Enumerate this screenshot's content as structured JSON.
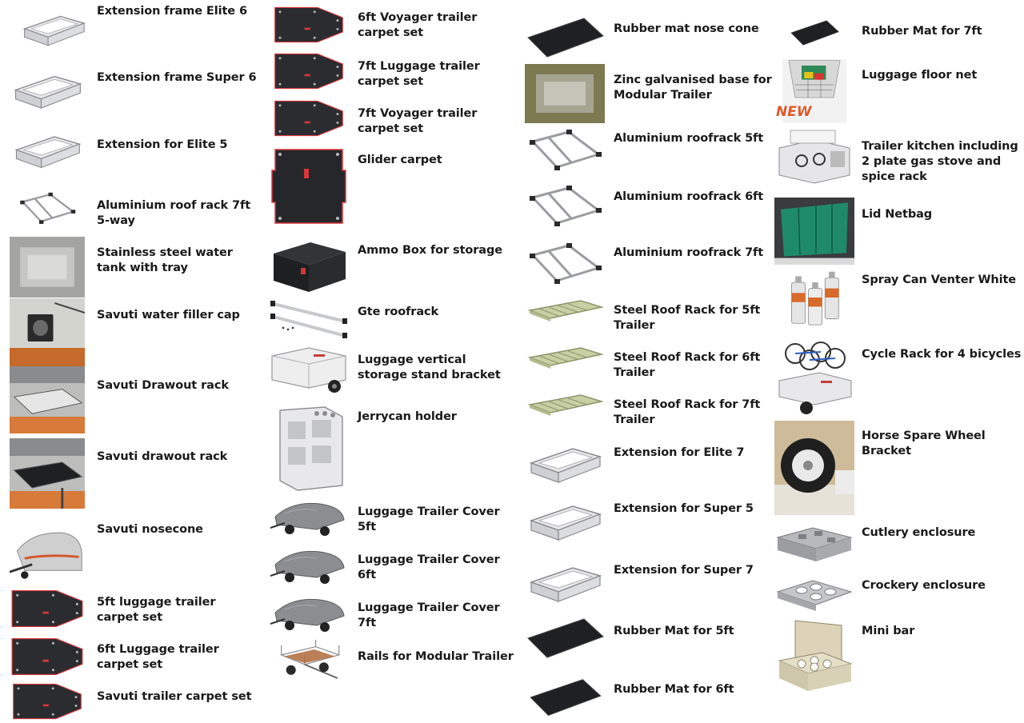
{
  "columns": [
    {
      "items": [
        {
          "name": "Extension frame Elite 6",
          "icon": "extension-frame-icon"
        },
        {
          "name": "Extension frame Super 6",
          "icon": "extension-frame-icon"
        },
        {
          "name": "Extension for Elite 5",
          "icon": "extension-frame-icon"
        },
        {
          "name": "Aluminium roof rack 7ft 5-way",
          "icon": "roof-rack-icon"
        },
        {
          "name": "Stainless steel water tank with tray",
          "icon": "water-tank-icon"
        },
        {
          "name": "Savuti water filler cap",
          "icon": "filler-cap-icon"
        },
        {
          "name": "Savuti Drawout rack",
          "icon": "drawout-rack-icon"
        },
        {
          "name": "Savuti drawout rack",
          "icon": "drawout-rack-icon"
        },
        {
          "name": "Savuti nosecone",
          "icon": "nosecone-icon"
        },
        {
          "name": "5ft luggage trailer carpet set",
          "icon": "carpet-set-icon"
        },
        {
          "name": "6ft Luggage trailer carpet set",
          "icon": "carpet-set-icon"
        },
        {
          "name": "Savuti trailer carpet set",
          "icon": "carpet-set-icon"
        }
      ]
    },
    {
      "items": [
        {
          "name": "6ft Voyager trailer carpet set",
          "icon": "carpet-set-icon"
        },
        {
          "name": "7ft Luggage trailer carpet set",
          "icon": "carpet-set-icon"
        },
        {
          "name": "7ft Voyager trailer carpet set",
          "icon": "carpet-set-icon"
        },
        {
          "name": "Glider carpet",
          "icon": "glider-carpet-icon"
        },
        {
          "name": "Ammo Box for storage",
          "icon": "ammo-box-icon"
        },
        {
          "name": "Gte roofrack",
          "icon": "rails-icon"
        },
        {
          "name": "Luggage vertical storage stand bracket",
          "icon": "trailer-icon"
        },
        {
          "name": "Jerrycan holder",
          "icon": "jerrycan-holder-icon"
        },
        {
          "name": "Luggage Trailer Cover 5ft",
          "icon": "trailer-cover-icon"
        },
        {
          "name": "Luggage Trailer Cover 6ft",
          "icon": "trailer-cover-icon"
        },
        {
          "name": "Luggage Trailer Cover 7ft",
          "icon": "trailer-cover-icon"
        },
        {
          "name": "Rails for Modular Trailer",
          "icon": "modular-trailer-icon"
        }
      ]
    },
    {
      "items": [
        {
          "name": "Rubber mat nose cone",
          "icon": "rubber-mat-icon"
        },
        {
          "name": "Zinc galvanised base for Modular Trailer",
          "icon": "modular-trailer-icon"
        },
        {
          "name": "Aluminium roofrack 5ft",
          "icon": "roof-rack-icon"
        },
        {
          "name": "Aluminium roofrack 6ft",
          "icon": "roof-rack-icon"
        },
        {
          "name": "Aluminium roofrack 7ft",
          "icon": "roof-rack-icon"
        },
        {
          "name": "Steel Roof Rack for 5ft Trailer",
          "icon": "steel-rack-icon"
        },
        {
          "name": "Steel Roof Rack for 6ft Trailer",
          "icon": "steel-rack-icon"
        },
        {
          "name": "Steel Roof Rack for 7ft Trailer",
          "icon": "steel-rack-icon"
        },
        {
          "name": "Extension for Elite 7",
          "icon": "extension-frame-icon"
        },
        {
          "name": "Extension for Super 5",
          "icon": "extension-frame-icon"
        },
        {
          "name": "Extension for Super 7",
          "icon": "extension-frame-icon"
        },
        {
          "name": "Rubber Mat for 5ft",
          "icon": "rubber-mat-icon"
        },
        {
          "name": "Rubber Mat for 6ft",
          "icon": "rubber-mat-icon"
        }
      ]
    },
    {
      "items": [
        {
          "name": "Rubber Mat for 7ft",
          "icon": "rubber-mat-icon"
        },
        {
          "name": "Luggage floor net",
          "icon": "floor-net-icon",
          "badge": "NEW"
        },
        {
          "name": "Trailer kitchen including 2 plate gas stove and spice rack",
          "icon": "kitchen-icon"
        },
        {
          "name": "Lid Netbag",
          "icon": "netbag-icon"
        },
        {
          "name": "Spray Can Venter White",
          "icon": "spray-can-icon"
        },
        {
          "name": "Cycle Rack for 4 bicycles",
          "icon": "cycle-rack-icon"
        },
        {
          "name": "Horse Spare Wheel Bracket",
          "icon": "spare-wheel-icon"
        },
        {
          "name": "Cutlery enclosure",
          "icon": "enclosure-icon"
        },
        {
          "name": "Crockery enclosure",
          "icon": "enclosure-icon"
        },
        {
          "name": "Mini bar",
          "icon": "mini-bar-icon"
        }
      ]
    }
  ]
}
